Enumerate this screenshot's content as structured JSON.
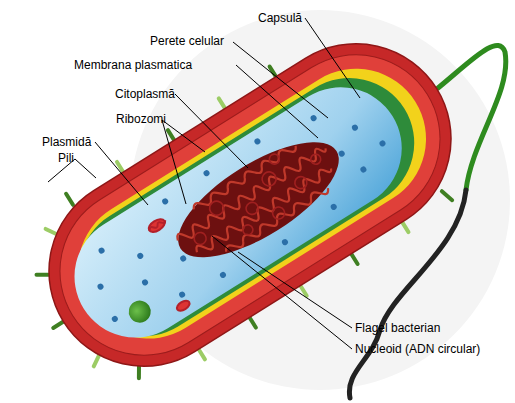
{
  "diagram": {
    "labels": [
      "Capsulă",
      "Perete celular",
      "Membrana plasmatica",
      "Citoplasmă",
      "Ribozomi",
      "Plasmidă",
      "Pili",
      "Flagel bacterian",
      "Nucleoid (ADN circular)"
    ]
  }
}
